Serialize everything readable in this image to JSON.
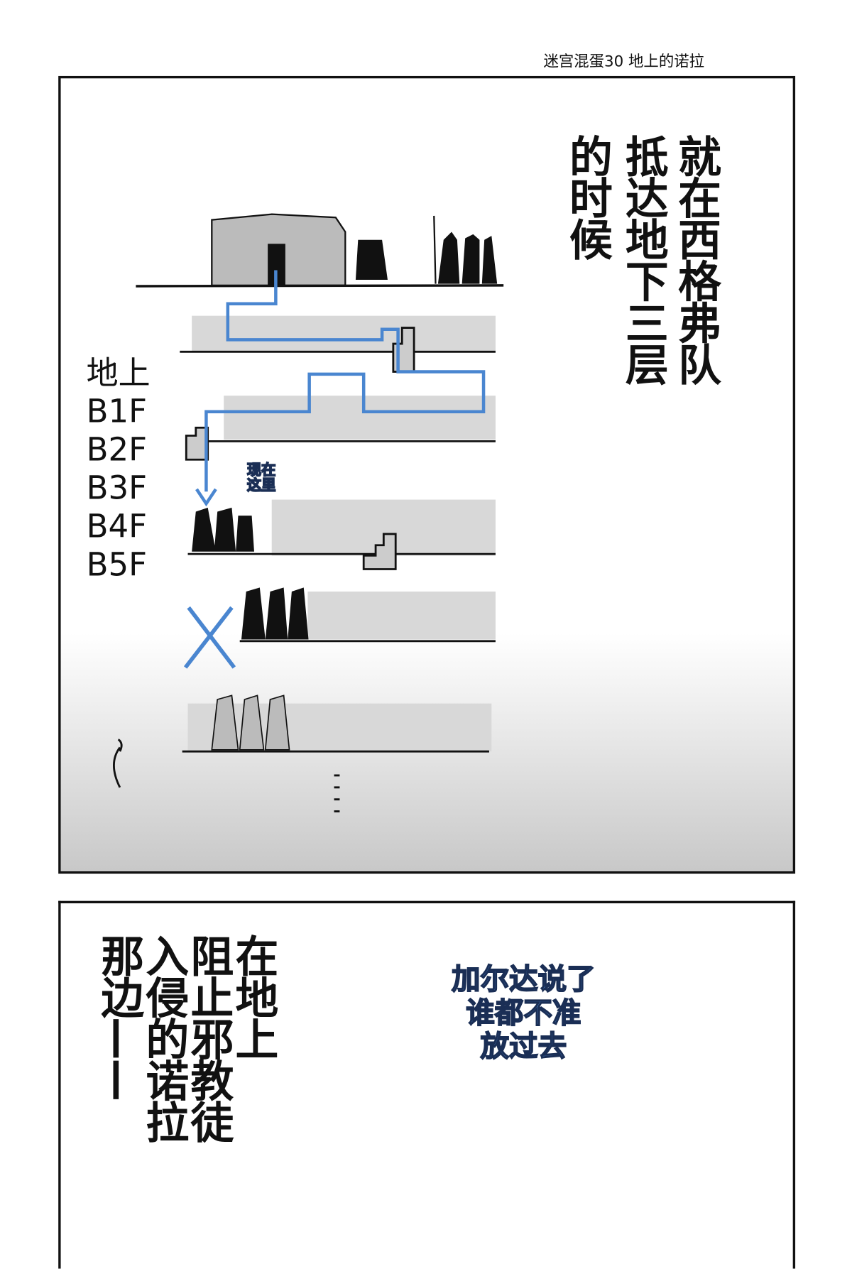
{
  "header": {
    "title": "迷宫混蛋30 地上的诺拉"
  },
  "panel1": {
    "narration_columns": [
      "就在西格弗队",
      "抵达地下三层",
      "的时候"
    ],
    "floor_labels": [
      "地上",
      "B1F",
      "B2F",
      "B3F",
      "B4F",
      "B5F"
    ],
    "here_marker": [
      "现在",
      "这里"
    ],
    "marker_color": "#4a86d0"
  },
  "panel2": {
    "narration_columns": [
      "在地上",
      "阻止邪教徒",
      "入侵的诺拉",
      "那边——"
    ],
    "speech": [
      "加尔达说了",
      "谁都不准",
      "放过去"
    ]
  }
}
